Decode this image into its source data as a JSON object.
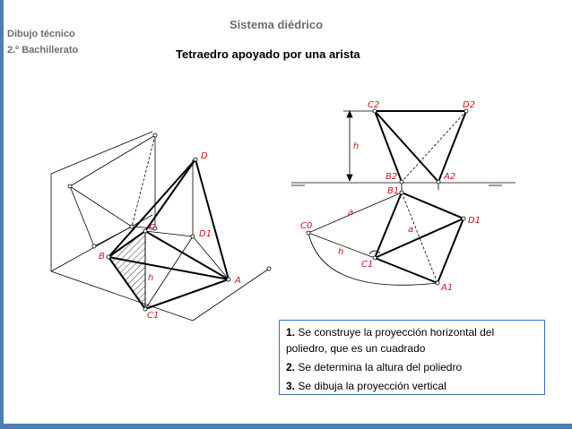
{
  "header": {
    "course": "Dibujo técnico",
    "level": "2.º Bachillerato",
    "title": "Sistema diédrico",
    "subtitle": "Tetraedro apoyado por una arista"
  },
  "figure_labels": {
    "left": {
      "D": "D",
      "D1": "D1",
      "C": "C",
      "B": "B",
      "h": "h",
      "C1": "C1",
      "A": "A"
    },
    "right": {
      "C2": "C2",
      "D2": "D2",
      "h": "h",
      "B2": "B2",
      "A2": "A2",
      "B1": "B1",
      "a1": "a",
      "a2": "a",
      "C0": "C0",
      "D1": "D1",
      "h2": "h",
      "C1": "C1",
      "A1": "A1"
    }
  },
  "steps": [
    {
      "num": "1.",
      "text": " Se construye la proyección horizontal del poliedro, que es un cuadrado"
    },
    {
      "num": "2.",
      "text": " Se determina la altura del poliedro"
    },
    {
      "num": "3.",
      "text": " Se dibuja la proyección vertical"
    }
  ],
  "colors": {
    "frame": "#4f7fb0",
    "label": "#cc1414",
    "box_border": "#3a6fb7"
  }
}
